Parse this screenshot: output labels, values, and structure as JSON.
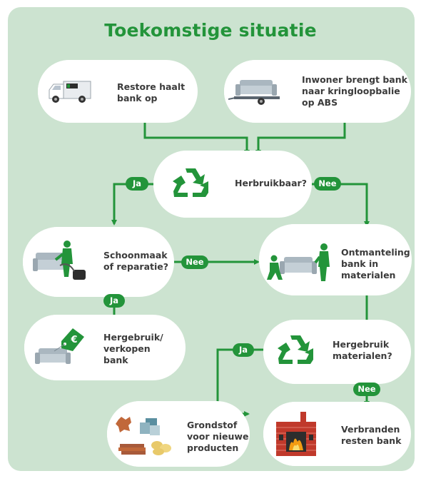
{
  "title": "Toekomstige situatie",
  "colors": {
    "panel": "#cce3d0",
    "green": "#23943a",
    "box": "#ffffff",
    "text": "#3b3b3b"
  },
  "nodes": {
    "restore": {
      "label": "Restore haalt\nbank op",
      "icon": "delivery-van-icon"
    },
    "inwoner": {
      "label": "Inwoner brengt bank\nnaar kringloopbalie\nop ABS",
      "icon": "sofa-on-trailer-icon"
    },
    "herbruikbaar": {
      "label": "Herbruikbaar?",
      "icon": "recycle-icon"
    },
    "schoonmaak": {
      "label": "Schoonmaak\nof reparatie?",
      "icon": "cleaning-sofa-icon"
    },
    "ontmanteling": {
      "label": "Ontmanteling\nbank in\nmaterialen",
      "icon": "dismantling-sofa-icon"
    },
    "hergebruik_verkopen": {
      "label": "Hergebruik/\nverkopen\nbank",
      "icon": "sofa-price-tag-icon"
    },
    "hergebruik_materialen": {
      "label": "Hergebruik\nmaterialen?",
      "icon": "recycle-icon"
    },
    "grondstof": {
      "label": "Grondstof\nvoor nieuwe\nproducten",
      "icon": "raw-materials-icon"
    },
    "verbranden": {
      "label": "Verbranden\nresten bank",
      "icon": "incinerator-icon"
    }
  },
  "edges": {
    "herbruikbaar_ja": "Ja",
    "herbruikbaar_nee": "Nee",
    "schoonmaak_nee": "Nee",
    "schoonmaak_ja": "Ja",
    "materialen_ja": "Ja",
    "materialen_nee": "Nee"
  },
  "tag_symbol": "€"
}
